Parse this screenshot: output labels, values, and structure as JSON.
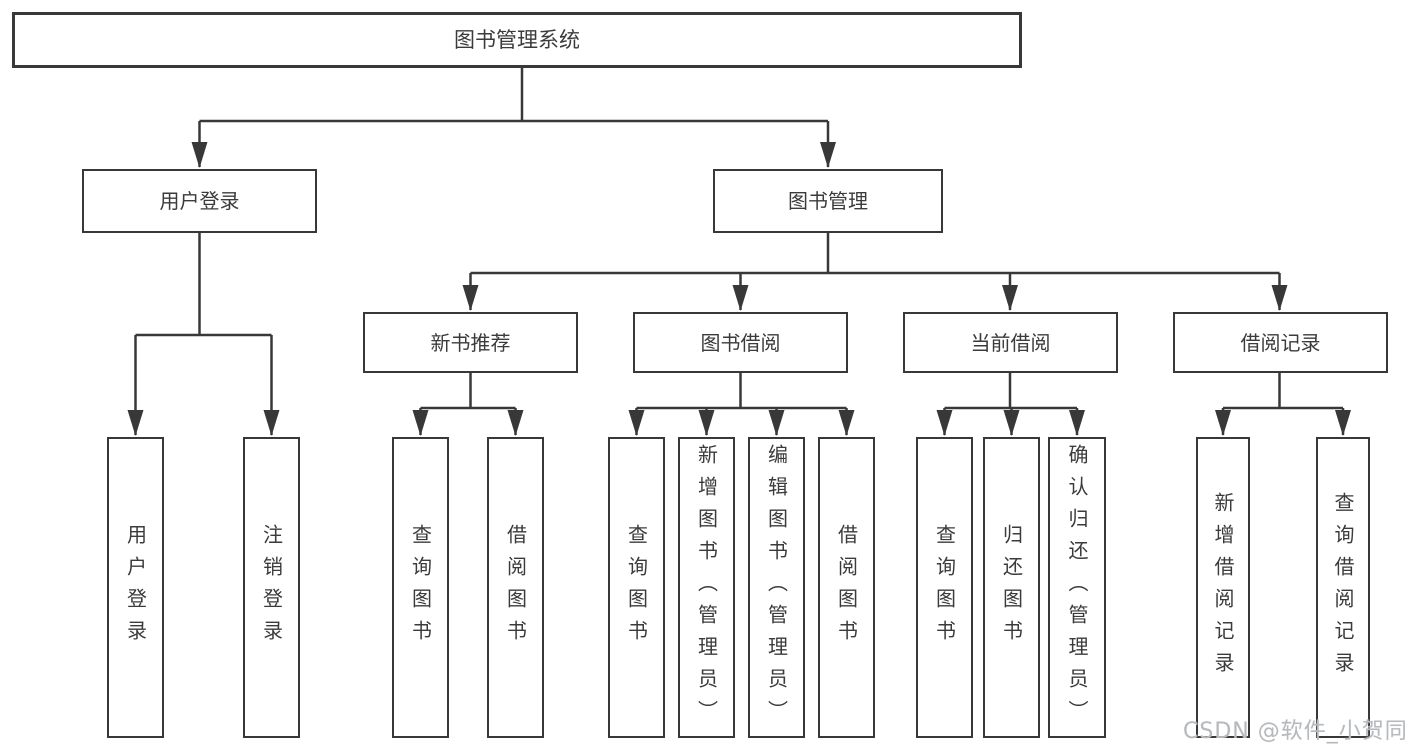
{
  "colors": {
    "line": "#383838",
    "box_border": "#383838",
    "text": "#3b3b3b",
    "background": "#ffffff",
    "watermark": "#b6b9bd"
  },
  "watermark": {
    "text": "CSDN @软件_小贺同学"
  },
  "tree": {
    "root": {
      "label": "图书管理系统",
      "children": [
        {
          "label": "用户登录",
          "children": [
            {
              "label": "用户登录"
            },
            {
              "label": "注销登录"
            }
          ]
        },
        {
          "label": "图书管理",
          "children": [
            {
              "label": "新书推荐",
              "children": [
                {
                  "label": "查询图书"
                },
                {
                  "label": "借阅图书"
                }
              ]
            },
            {
              "label": "图书借阅",
              "children": [
                {
                  "label": "查询图书"
                },
                {
                  "label": "新增图书（管理员）"
                },
                {
                  "label": "编辑图书（管理员）"
                },
                {
                  "label": "借阅图书"
                }
              ]
            },
            {
              "label": "当前借阅",
              "children": [
                {
                  "label": "查询图书"
                },
                {
                  "label": "归还图书"
                },
                {
                  "label": "确认归还（管理员）"
                }
              ]
            },
            {
              "label": "借阅记录",
              "children": [
                {
                  "label": "新增借阅记录"
                },
                {
                  "label": "查询借阅记录"
                }
              ]
            }
          ]
        }
      ]
    }
  }
}
